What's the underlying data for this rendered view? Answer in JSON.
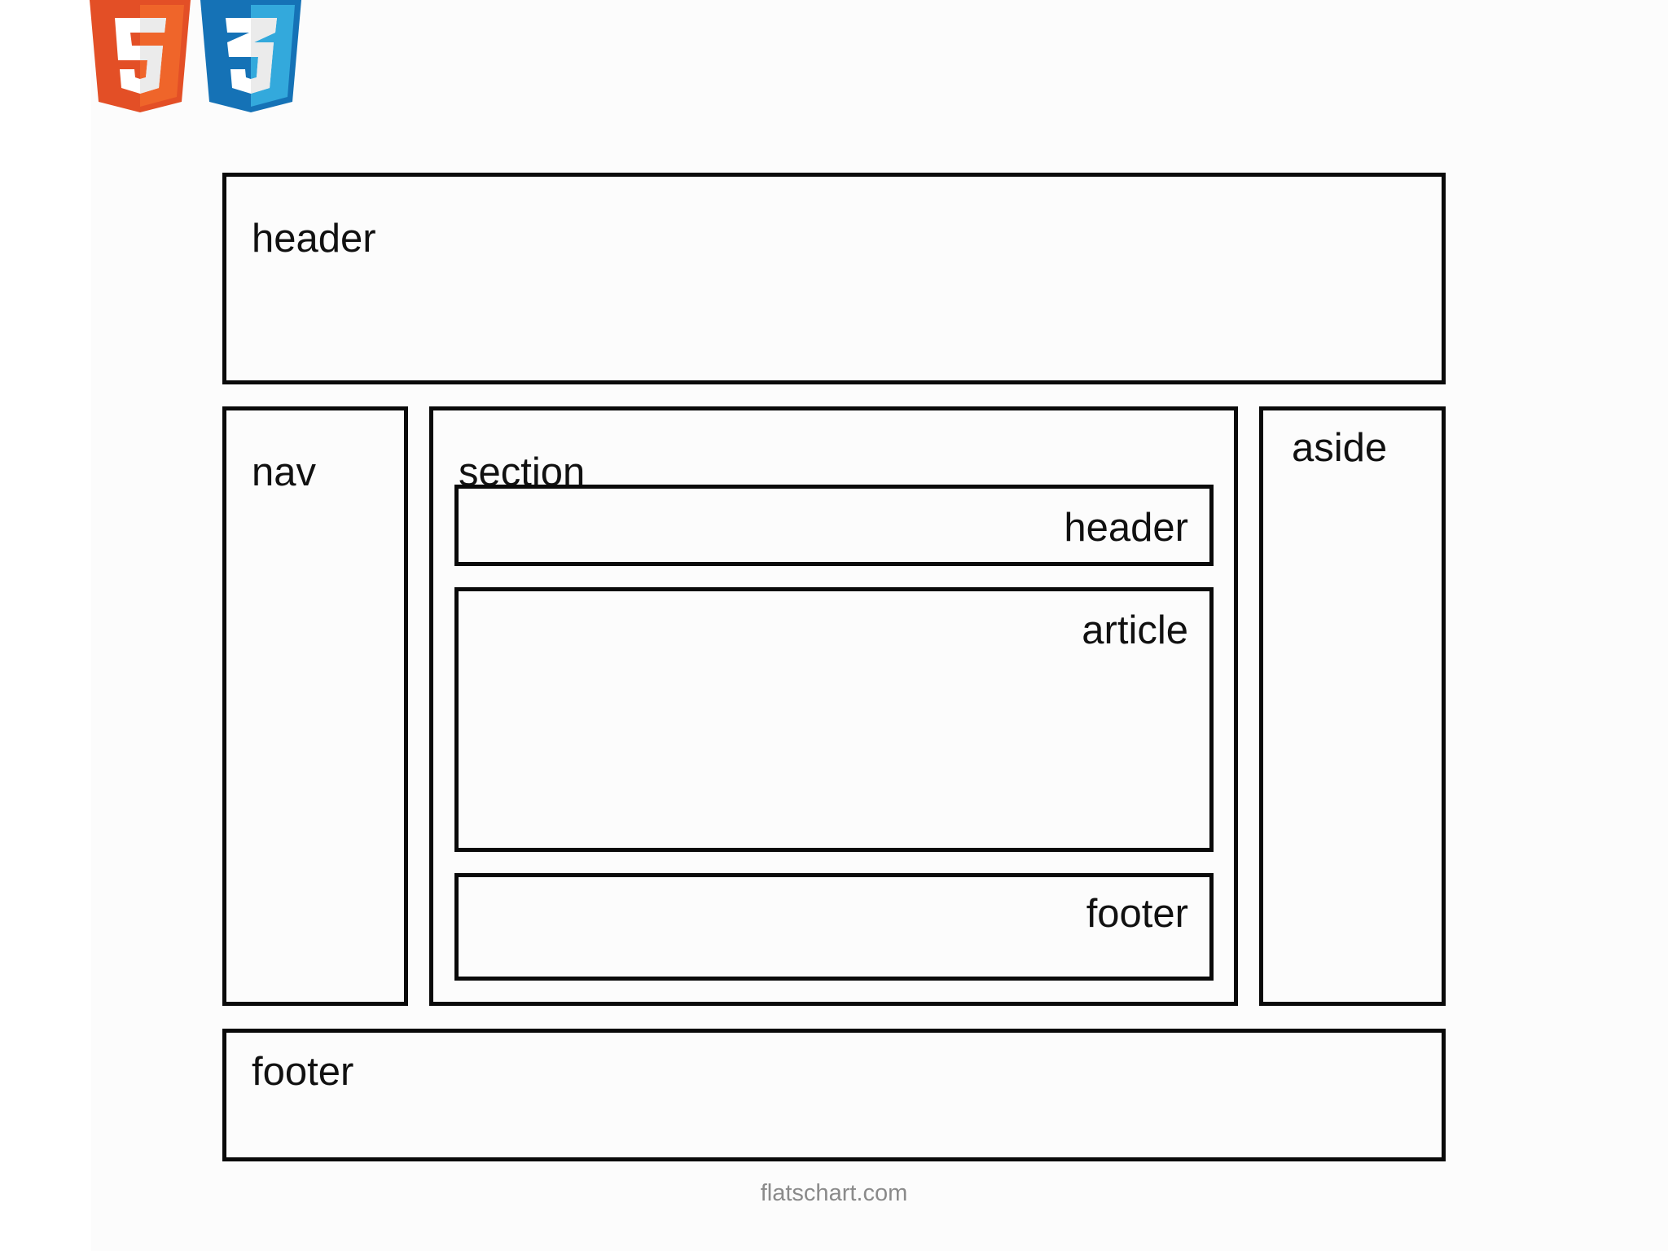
{
  "logos": {
    "html5": {
      "icon": "html5-shield-icon",
      "glyph": "5",
      "color": "#e34f26",
      "color_light": "#ef652a"
    },
    "css3": {
      "icon": "css3-shield-icon",
      "glyph": "3",
      "color": "#1572b6",
      "color_light": "#33a9dc"
    }
  },
  "diagram": {
    "header": {
      "label": "header"
    },
    "nav": {
      "label": "nav"
    },
    "section": {
      "label": "section",
      "header": {
        "label": "header"
      },
      "article": {
        "label": "article"
      },
      "footer": {
        "label": "footer"
      }
    },
    "aside": {
      "label": "aside"
    },
    "footer": {
      "label": "footer"
    }
  },
  "credit": "flatschart.com"
}
